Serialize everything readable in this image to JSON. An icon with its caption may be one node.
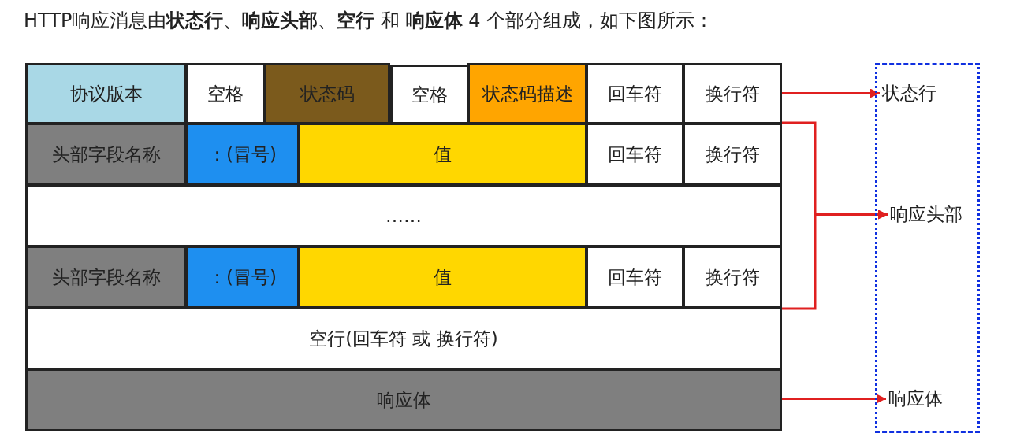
{
  "diagram": {
    "title": "HTTP响应消息由**状态行**、**响应头部**、**空行** 和 **响应体** 4 个部分组成，如下图所示：",
    "nodes": [
      {
        "text": [
          "协议版本"
        ]
      },
      {
        "text": [
          "空格"
        ]
      },
      {
        "text": [
          "状态码"
        ]
      },
      {
        "text": [
          "空格"
        ]
      },
      {
        "text": [
          "状态码描述"
        ]
      },
      {
        "text": [
          "回车符"
        ]
      },
      {
        "text": [
          "换行符"
        ]
      },
      {
        "text": [
          "头部字段名称"
        ]
      },
      {
        "text": [
          "：(冒号)"
        ]
      },
      {
        "text": [
          "值"
        ]
      },
      {
        "text": [
          "回车符"
        ]
      },
      {
        "text": [
          "换行符"
        ]
      },
      {
        "text": [
          "……"
        ]
      },
      {
        "text": [
          "头部字段名称"
        ]
      },
      {
        "text": [
          "：(冒号)"
        ]
      },
      {
        "text": [
          "值"
        ]
      },
      {
        "text": [
          "回车符"
        ]
      },
      {
        "text": [
          "换行符"
        ]
      },
      {
        "text": [
          "空行(回车符 或 换行符)"
        ]
      },
      {
        "text": [
          "响应体"
        ]
      },
      {
        "text": [],
        "shape": "box"
      },
      {
        "text": [
          "状态行"
        ],
        "in": 20
      },
      {
        "text": [
          "响应头部"
        ],
        "in": 20
      },
      {
        "text": [
          "响应体"
        ],
        "in": 20
      }
    ],
    "edges": [
      {
        "from": 6,
        "to": 21,
        "arrow": "to"
      },
      {
        "from": 11,
        "to": 22,
        "arrow": "to"
      },
      {
        "from": 17,
        "to": 22,
        "arrow": "to"
      },
      {
        "from": 19,
        "to": 23,
        "arrow": "to"
      }
    ]
  }
}
